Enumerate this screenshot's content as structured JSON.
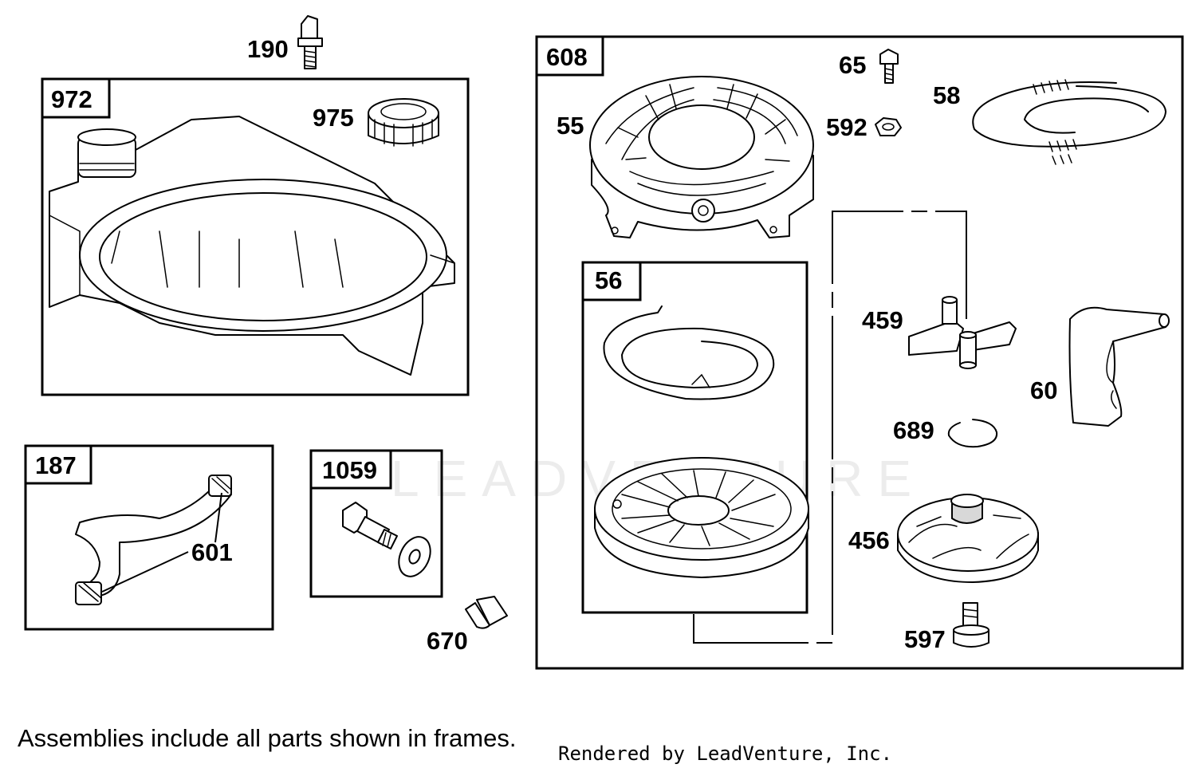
{
  "watermark": "LEADVENTURE",
  "frames": {
    "f972": "972",
    "f608": "608",
    "f56": "56",
    "f187": "187",
    "f1059": "1059"
  },
  "callouts": {
    "p190": "190",
    "p975": "975",
    "p65": "65",
    "p58": "58",
    "p55": "55",
    "p592": "592",
    "p459": "459",
    "p60": "60",
    "p689": "689",
    "p456": "456",
    "p597": "597",
    "p601": "601",
    "p670": "670"
  },
  "footer": {
    "note": "Assemblies include all parts shown in frames.",
    "credit": "Rendered by LeadVenture, Inc."
  }
}
